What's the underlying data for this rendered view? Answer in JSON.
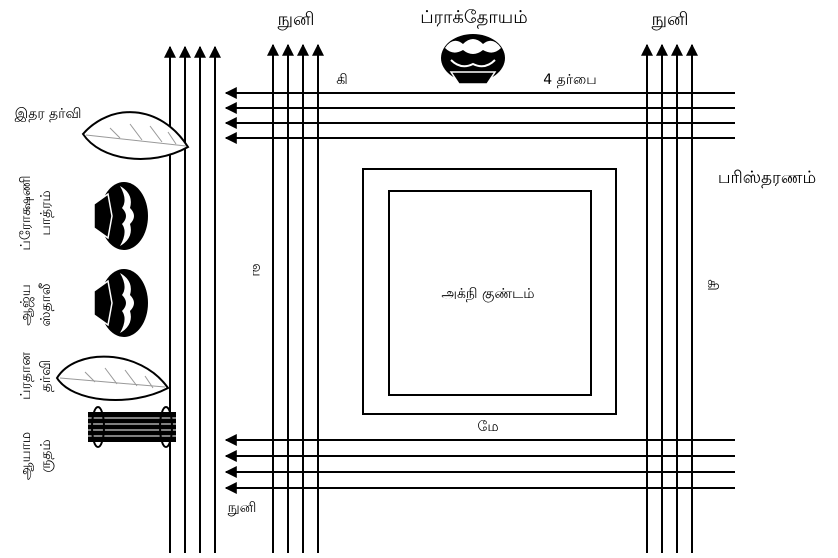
{
  "labels": {
    "top_left_tip": "நுனி",
    "top_center": "ப்ராக்தோயம்",
    "top_right_tip": "நுனி",
    "north_ki": "கி",
    "four_darbha": "4 தர்பை",
    "parisdharanam": "பரிஸ்தரணம்",
    "idhara_dharvi": "இதர தர்வி",
    "prokshani": [
      "ப்ரோக்ஷணி",
      "பாத்ரம்"
    ],
    "ajya": [
      "ஆஜ்ய",
      "ஸ்தாலீ"
    ],
    "pradhana": [
      "ப்ரதான",
      "தர்வி"
    ],
    "ayama": [
      "ஆயாம",
      "ருதம்"
    ],
    "west_va": "வ",
    "east_ki": "கி",
    "agni_kundam": "அக்நி குண்டம்",
    "south_me": "மே",
    "bottom_tip": "நுனி"
  },
  "colors": {
    "ink": "#000000",
    "paper": "#ffffff",
    "leaf_vein": "#999999"
  }
}
